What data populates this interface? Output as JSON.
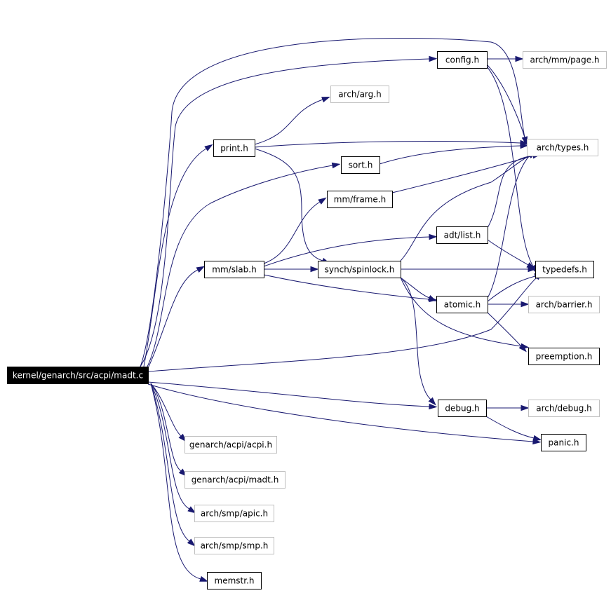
{
  "colors": {
    "edge": "#191970",
    "node_border": "#000000",
    "node_border_external": "#bfbfbf",
    "root_fill": "#000000",
    "root_text": "#ffffff",
    "node_fill": "#ffffff",
    "node_text": "#000000",
    "external_text": "#000000"
  },
  "nodes": [
    {
      "id": "madt_c",
      "label": "kernel/genarch/src/acpi/madt.c",
      "kind": "root"
    },
    {
      "id": "config_h",
      "label": "config.h",
      "kind": "local"
    },
    {
      "id": "arch_mm_page_h",
      "label": "arch/mm/page.h",
      "kind": "external"
    },
    {
      "id": "arch_arg_h",
      "label": "arch/arg.h",
      "kind": "external"
    },
    {
      "id": "print_h",
      "label": "print.h",
      "kind": "local"
    },
    {
      "id": "arch_types_h",
      "label": "arch/types.h",
      "kind": "external"
    },
    {
      "id": "sort_h",
      "label": "sort.h",
      "kind": "local"
    },
    {
      "id": "mm_frame_h",
      "label": "mm/frame.h",
      "kind": "local"
    },
    {
      "id": "adt_list_h",
      "label": "adt/list.h",
      "kind": "local"
    },
    {
      "id": "mm_slab_h",
      "label": "mm/slab.h",
      "kind": "local"
    },
    {
      "id": "synch_spinlock_h",
      "label": "synch/spinlock.h",
      "kind": "local"
    },
    {
      "id": "typedefs_h",
      "label": "typedefs.h",
      "kind": "local"
    },
    {
      "id": "atomic_h",
      "label": "atomic.h",
      "kind": "local"
    },
    {
      "id": "arch_barrier_h",
      "label": "arch/barrier.h",
      "kind": "external"
    },
    {
      "id": "preemption_h",
      "label": "preemption.h",
      "kind": "local"
    },
    {
      "id": "debug_h",
      "label": "debug.h",
      "kind": "local"
    },
    {
      "id": "arch_debug_h",
      "label": "arch/debug.h",
      "kind": "external"
    },
    {
      "id": "panic_h",
      "label": "panic.h",
      "kind": "local"
    },
    {
      "id": "genarch_acpi_acpi_h",
      "label": "genarch/acpi/acpi.h",
      "kind": "external"
    },
    {
      "id": "genarch_acpi_madt_h",
      "label": "genarch/acpi/madt.h",
      "kind": "external"
    },
    {
      "id": "arch_smp_apic_h",
      "label": "arch/smp/apic.h",
      "kind": "external"
    },
    {
      "id": "arch_smp_smp_h",
      "label": "arch/smp/smp.h",
      "kind": "external"
    },
    {
      "id": "memstr_h",
      "label": "memstr.h",
      "kind": "local"
    }
  ],
  "edges": [
    {
      "from": "madt_c",
      "to": "config_h"
    },
    {
      "from": "madt_c",
      "to": "arch_types_h"
    },
    {
      "from": "madt_c",
      "to": "print_h"
    },
    {
      "from": "madt_c",
      "to": "sort_h"
    },
    {
      "from": "madt_c",
      "to": "mm_slab_h"
    },
    {
      "from": "madt_c",
      "to": "typedefs_h"
    },
    {
      "from": "madt_c",
      "to": "debug_h"
    },
    {
      "from": "madt_c",
      "to": "panic_h"
    },
    {
      "from": "madt_c",
      "to": "genarch_acpi_acpi_h"
    },
    {
      "from": "madt_c",
      "to": "genarch_acpi_madt_h"
    },
    {
      "from": "madt_c",
      "to": "arch_smp_apic_h"
    },
    {
      "from": "madt_c",
      "to": "arch_smp_smp_h"
    },
    {
      "from": "madt_c",
      "to": "memstr_h"
    },
    {
      "from": "config_h",
      "to": "arch_mm_page_h"
    },
    {
      "from": "config_h",
      "to": "arch_types_h"
    },
    {
      "from": "config_h",
      "to": "typedefs_h"
    },
    {
      "from": "print_h",
      "to": "arch_arg_h"
    },
    {
      "from": "print_h",
      "to": "arch_types_h"
    },
    {
      "from": "print_h",
      "to": "synch_spinlock_h"
    },
    {
      "from": "sort_h",
      "to": "arch_types_h"
    },
    {
      "from": "mm_frame_h",
      "to": "arch_types_h"
    },
    {
      "from": "mm_slab_h",
      "to": "mm_frame_h"
    },
    {
      "from": "mm_slab_h",
      "to": "adt_list_h"
    },
    {
      "from": "mm_slab_h",
      "to": "synch_spinlock_h"
    },
    {
      "from": "mm_slab_h",
      "to": "atomic_h"
    },
    {
      "from": "adt_list_h",
      "to": "arch_types_h"
    },
    {
      "from": "adt_list_h",
      "to": "typedefs_h"
    },
    {
      "from": "synch_spinlock_h",
      "to": "arch_types_h"
    },
    {
      "from": "synch_spinlock_h",
      "to": "typedefs_h"
    },
    {
      "from": "synch_spinlock_h",
      "to": "atomic_h"
    },
    {
      "from": "synch_spinlock_h",
      "to": "preemption_h"
    },
    {
      "from": "synch_spinlock_h",
      "to": "debug_h"
    },
    {
      "from": "atomic_h",
      "to": "arch_types_h"
    },
    {
      "from": "atomic_h",
      "to": "typedefs_h"
    },
    {
      "from": "atomic_h",
      "to": "arch_barrier_h"
    },
    {
      "from": "atomic_h",
      "to": "preemption_h"
    },
    {
      "from": "debug_h",
      "to": "arch_debug_h"
    },
    {
      "from": "debug_h",
      "to": "panic_h"
    }
  ]
}
